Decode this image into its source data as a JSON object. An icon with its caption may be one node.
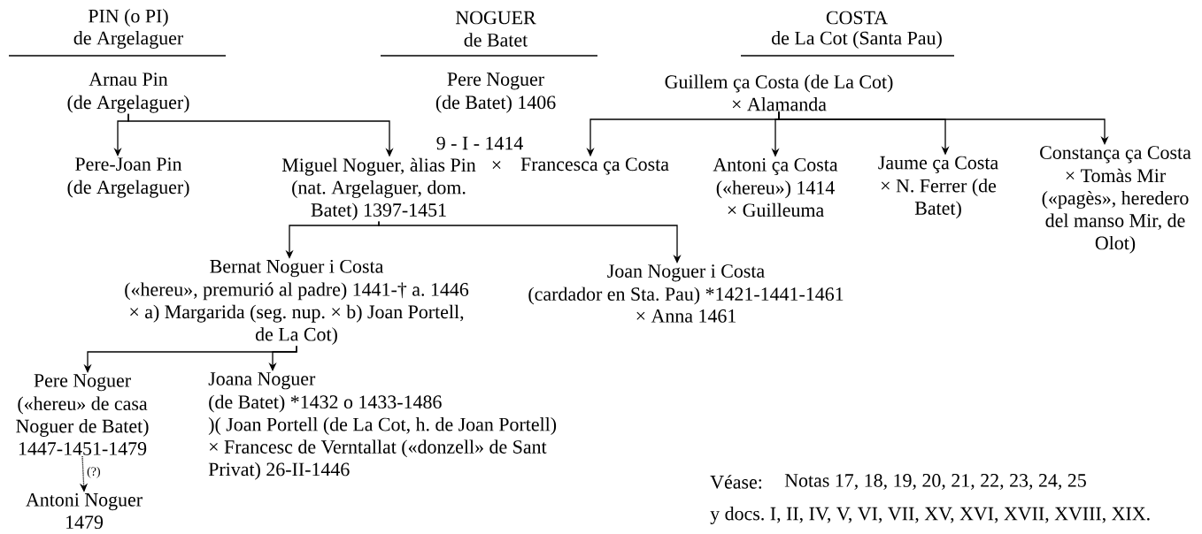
{
  "diagram": {
    "nodes": [
      {
        "text": [
          "Arnau Pin",
          "(de Argelaguer)"
        ]
      },
      {
        "text": [
          "Pere Noguer",
          "(de Batet) 1406"
        ]
      },
      {
        "text": [
          "Guillem ça Costa (de La Cot)",
          "× Alamanda"
        ]
      },
      {
        "text": [
          "Pere-Joan Pin",
          "(de Argelaguer)"
        ]
      },
      {
        "text": [
          "Miguel Noguer, àlias Pin",
          "(nat. Argelaguer, dom. Batet) 1397-1451"
        ]
      },
      {
        "text": [
          "Francesca ça Costa"
        ]
      },
      {
        "text": [
          "Antoni ça Costa",
          "(«hereu») 1414",
          "× Guilleuma"
        ]
      },
      {
        "text": [
          "Jaume ça Costa",
          "× N. Ferrer (de Batet)"
        ]
      },
      {
        "text": [
          "Constança ça Costa",
          "× Tomàs Mir («pagès», heredero del manso Mir, de Olot)"
        ]
      },
      {
        "text": [
          "Bernat Noguer i Costa",
          "(«hereu», premurió al padre) 1441-† a. 1446",
          "× a) Margarida (seg. nup. × b) Joan Portell, de La Cot)"
        ]
      },
      {
        "text": [
          "Joan Noguer i Costa",
          "(cardador en Sta. Pau) *1421-1441-1461",
          "× Anna 1461"
        ]
      },
      {
        "text": [
          "Pere Noguer",
          "(«hereu» de casa Noguer de Batet) 1447-1451-1479"
        ]
      },
      {
        "text": [
          "Joana Noguer",
          "(de Batet) *1432 o 1433-1486",
          ")( Joan Portell (de La Cot, h. de Joan Portell)",
          "× Francesc de Verntallat («donzell» de Sant Privat) 26-II-1446"
        ]
      },
      {
        "text": [
          "Antoni Noguer",
          "1479"
        ]
      }
    ],
    "edges": [
      {
        "from": 0,
        "to": 3,
        "arrow": "to"
      },
      {
        "from": 0,
        "to": 4,
        "arrow": "to"
      },
      {
        "from": 2,
        "to": 5,
        "arrow": "to"
      },
      {
        "from": 2,
        "to": 6,
        "arrow": "to"
      },
      {
        "from": 2,
        "to": 7,
        "arrow": "to"
      },
      {
        "from": 2,
        "to": 8,
        "arrow": "to"
      },
      {
        "from": 4,
        "to": 9,
        "arrow": "to"
      },
      {
        "from": 4,
        "to": 10,
        "arrow": "to"
      },
      {
        "from": 9,
        "to": 11,
        "arrow": "to"
      },
      {
        "from": 9,
        "to": 12,
        "arrow": "to"
      },
      {
        "from": 11,
        "to": 13,
        "arrow": "to",
        "style": "dashed",
        "label": "(?)"
      }
    ],
    "labels": [
      "PIN (o PI)",
      "NOGUER",
      "COSTA",
      "de Argelaguer",
      "de Batet",
      "de La Cot (Santa Pau)",
      "9 - I - 1414",
      "×",
      "Véase:",
      "Notas 17, 18, 19, 20, 21, 22, 23, 24, 25",
      "y docs. I, II, IV, V, VI, VII, XV, XVI, XVII, XVIII, XIX."
    ]
  }
}
